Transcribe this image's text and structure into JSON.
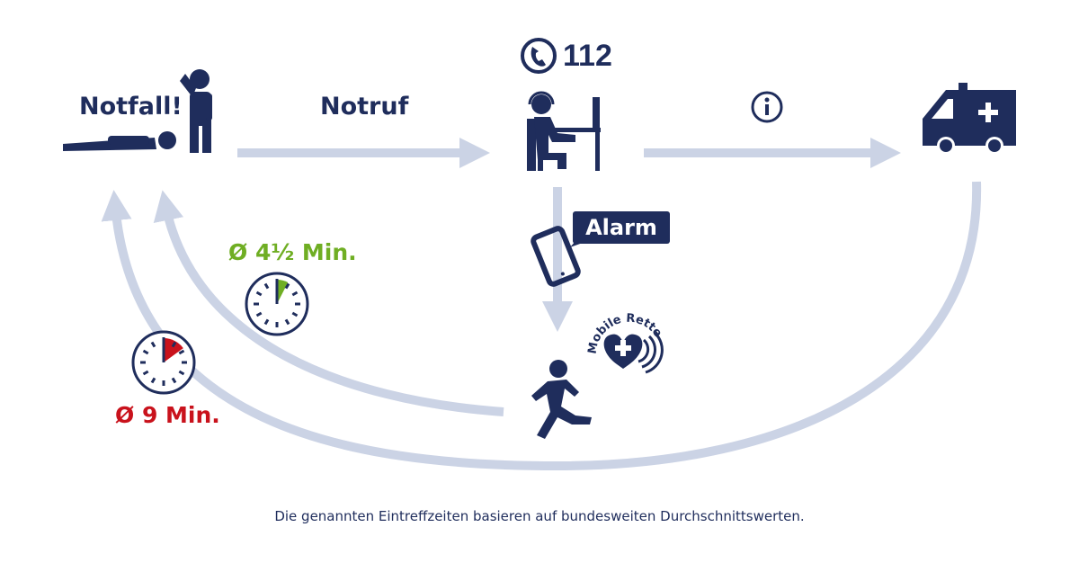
{
  "labels": {
    "emergency": "Notfall!",
    "emergency_call": "Notruf",
    "phone_number": "112",
    "alarm": "Alarm",
    "mobile_retter": "Mobile Retter",
    "time_mobile_retter": "Ø 4½ Min.",
    "time_ambulance": "Ø 9 Min."
  },
  "footnote": "Die genannten Eintreffzeiten basieren auf bundesweiten Durchschnittswerten.",
  "colors": {
    "navy": "#1f2d5c",
    "arrow": "#cbd3e5",
    "green": "#6fae23",
    "red": "#c9121c"
  },
  "icons": [
    "person-lying-icon",
    "person-on-phone-icon",
    "phone-icon",
    "dispatcher-icon",
    "info-icon",
    "ambulance-icon",
    "smartphone-icon",
    "runner-icon",
    "mobile-retter-logo-icon",
    "stopwatch-icon"
  ],
  "timers": {
    "mobile_retter_minutes": 4.5,
    "ambulance_minutes": 9
  }
}
